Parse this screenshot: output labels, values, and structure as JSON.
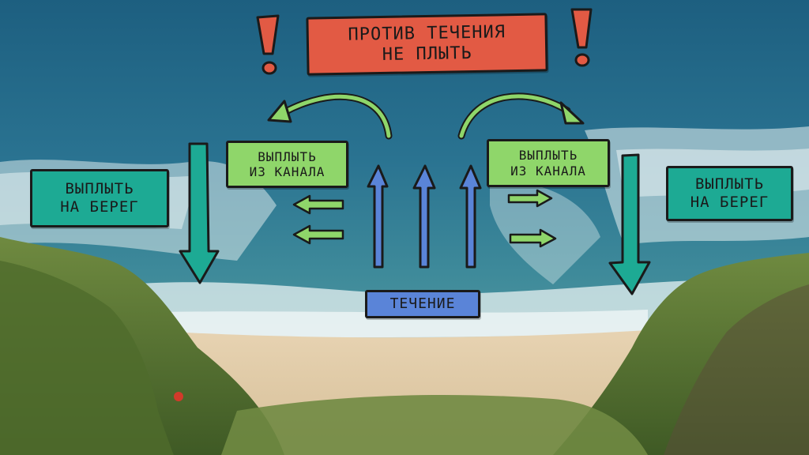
{
  "warning": {
    "lines": [
      "ПРОТИВ ТЕЧЕНИЯ",
      "НЕ ПЛЫТЬ"
    ]
  },
  "exit_channel_left": {
    "lines": [
      "ВЫПЛЫТЬ",
      "ИЗ КАНАЛА"
    ]
  },
  "exit_channel_right": {
    "lines": [
      "ВЫПЛЫТЬ",
      "ИЗ КАНАЛА"
    ]
  },
  "swim_to_shore_left": {
    "lines": [
      "ВЫПЛЫТЬ",
      "НА БЕРЕГ"
    ]
  },
  "swim_to_shore_right": {
    "lines": [
      "ВЫПЛЫТЬ",
      "НА БЕРЕГ"
    ]
  },
  "current_label": "ТЕЧЕНИЕ",
  "colors": {
    "warning": "#e25a44",
    "exit": "#8fd66a",
    "shore": "#1daa94",
    "current": "#5a84d8",
    "exclamation": "#e25a44"
  },
  "icons": [
    "exclamation-icon",
    "arrow-up-icon",
    "arrow-down-icon",
    "arrow-left-icon",
    "arrow-right-icon",
    "curved-arrow-icon"
  ]
}
